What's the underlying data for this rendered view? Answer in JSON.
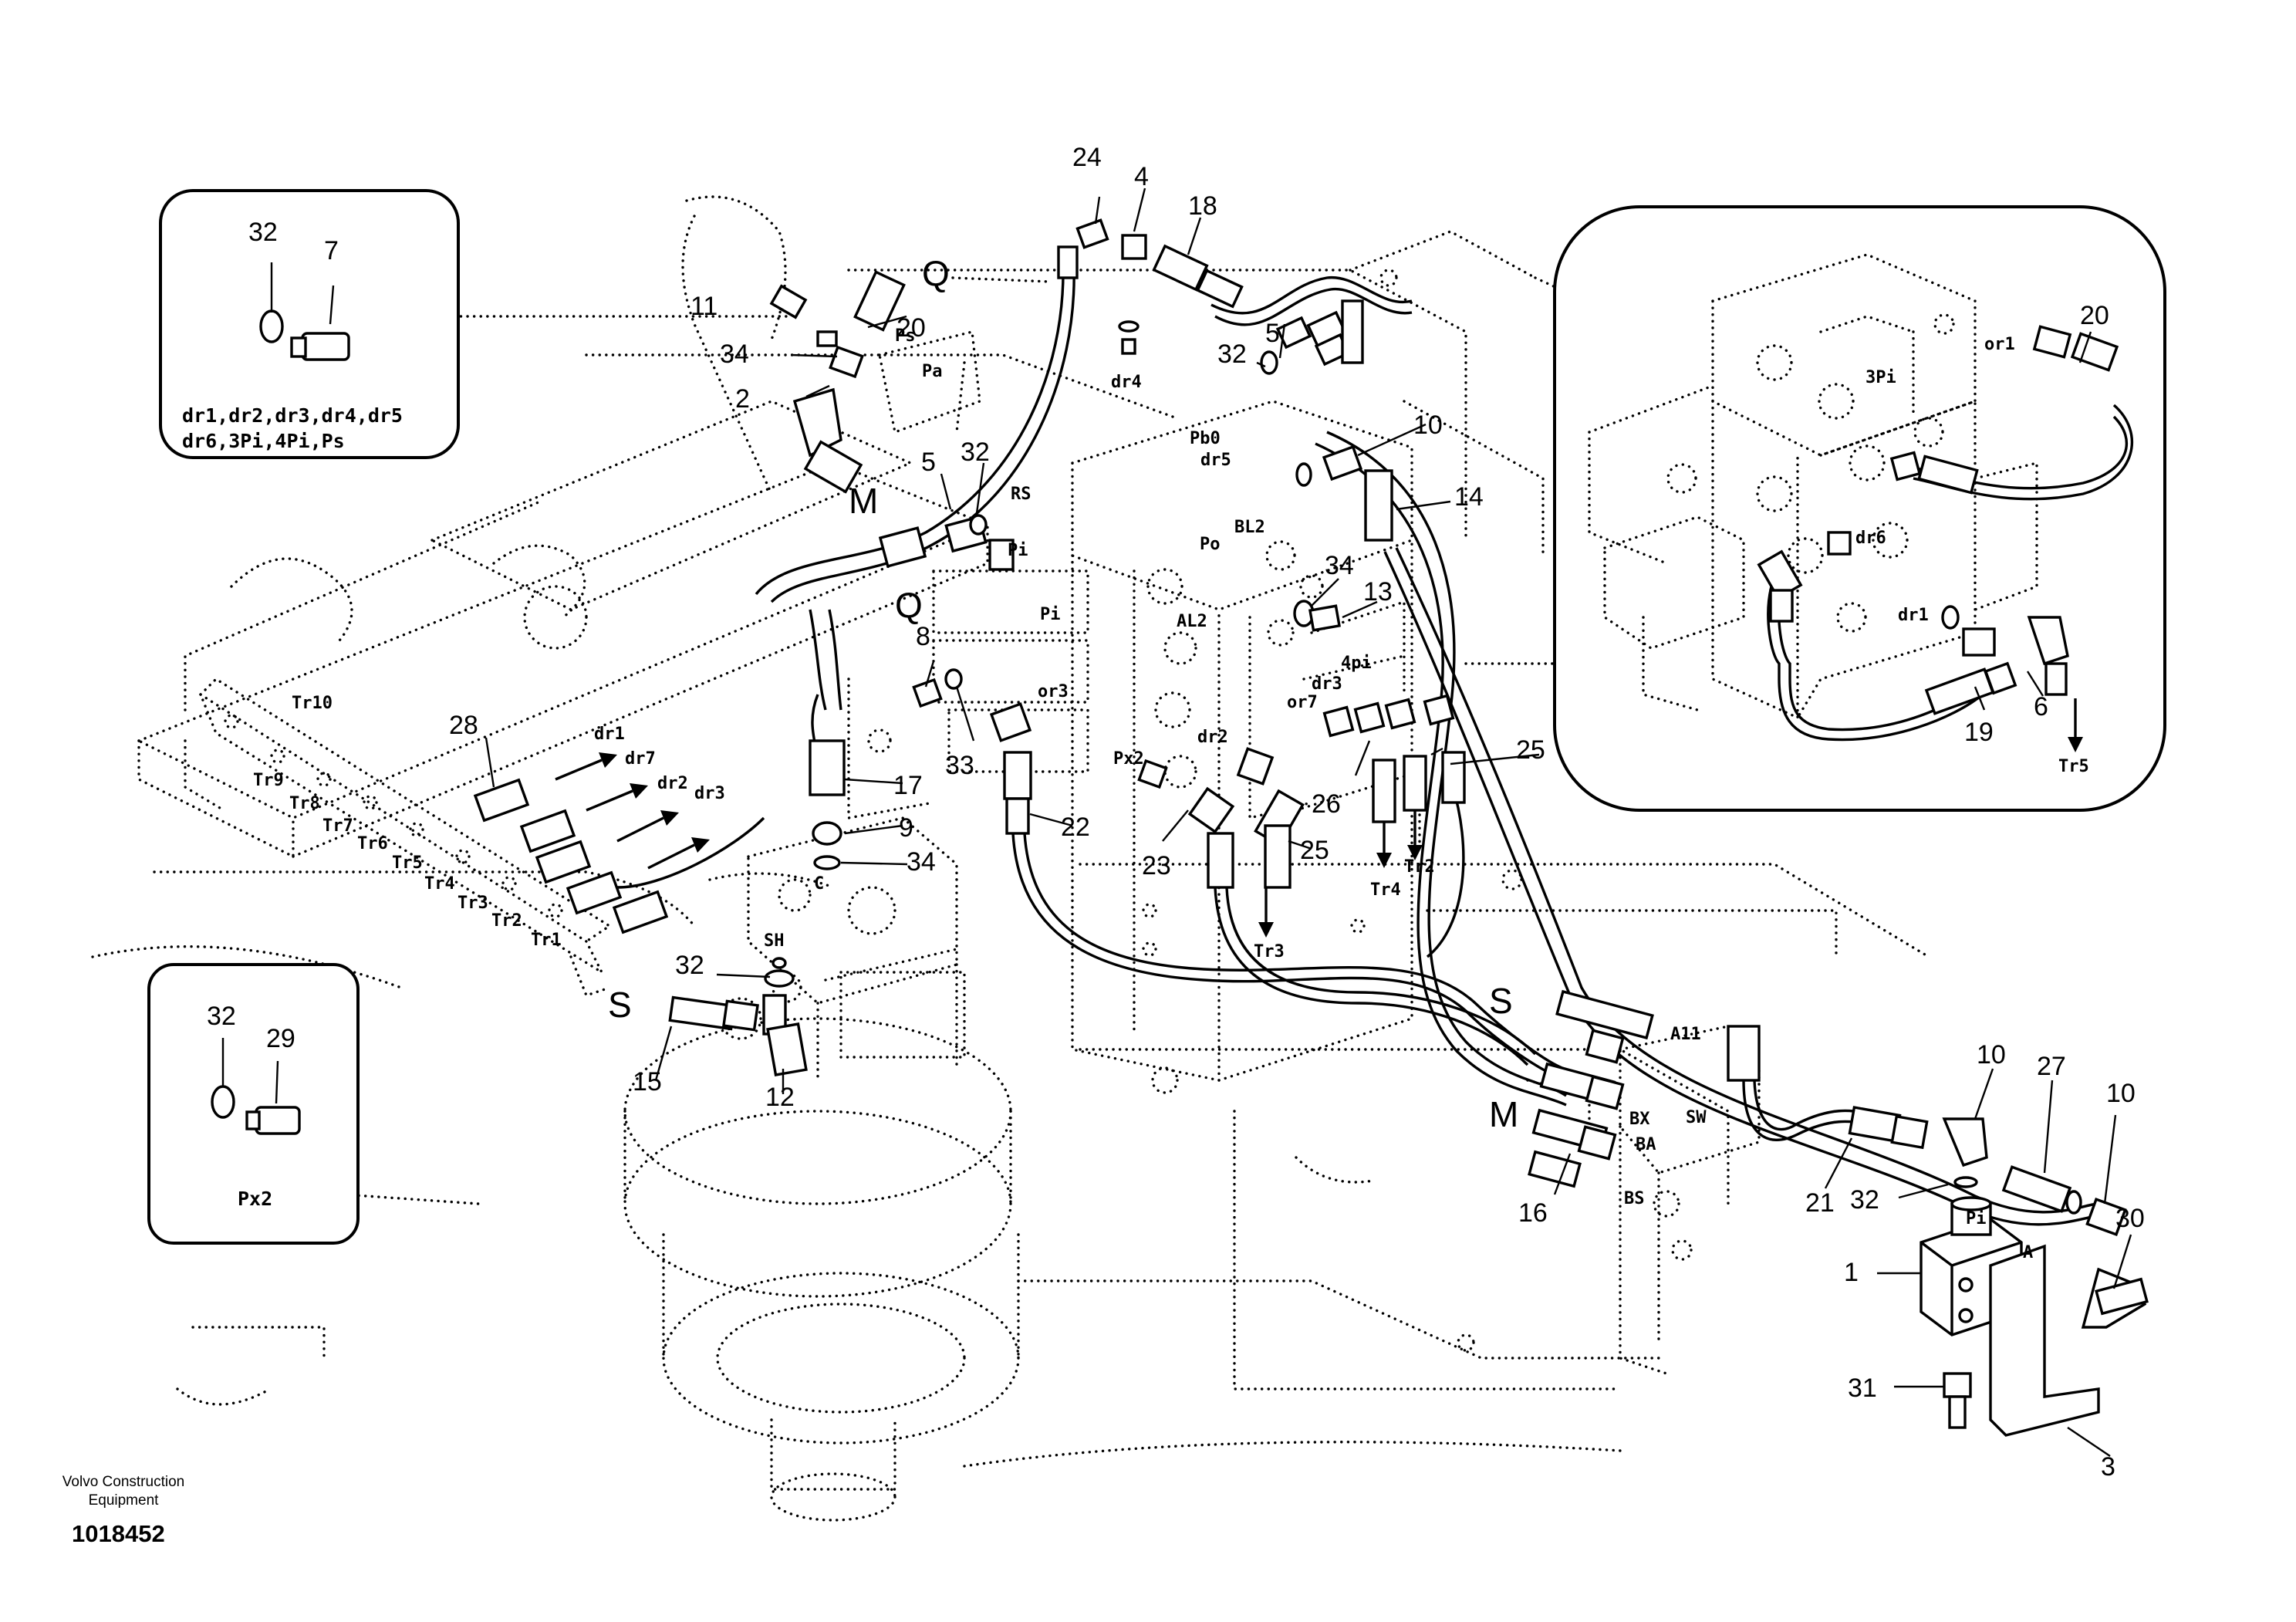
{
  "diagram": {
    "callouts": [
      "1",
      "2",
      "3",
      "4",
      "5",
      "6",
      "7",
      "8",
      "9",
      "10",
      "11",
      "12",
      "13",
      "14",
      "15",
      "16",
      "17",
      "18",
      "19",
      "20",
      "21",
      "22",
      "23",
      "24",
      "25",
      "26",
      "27",
      "28",
      "29",
      "30",
      "31",
      "32",
      "33",
      "34"
    ],
    "inset_left_top": {
      "callouts": [
        "32",
        "7"
      ],
      "note_line1": "dr1,dr2,dr3,dr4,dr5",
      "note_line2": "dr6,3Pi,4Pi,Ps"
    },
    "inset_left_bottom": {
      "callouts": [
        "32",
        "29"
      ],
      "note": "Px2"
    },
    "inset_right": {
      "callouts": [
        "20",
        "19",
        "6"
      ],
      "port_labels": [
        "or1",
        "3Pi",
        "dr6",
        "dr1"
      ],
      "flow_label": "Tr5"
    },
    "connection_letters": [
      "Q",
      "M",
      "Q",
      "S",
      "S",
      "M"
    ],
    "port_labels": [
      "Ps",
      "Pa",
      "dr4",
      "RS",
      "Pb0",
      "dr5",
      "Po",
      "BL2",
      "Pi",
      "Pi",
      "AL2",
      "or3",
      "dr2",
      "Px2",
      "dr3",
      "4pi",
      "or7",
      "SH",
      "C",
      "A11",
      "BX",
      "SW",
      "BA",
      "BS",
      "Pi",
      "A"
    ],
    "drain_labels": [
      "dr1",
      "dr7",
      "dr2",
      "dr3"
    ],
    "travel_ports": [
      "Tr10",
      "Tr9",
      "Tr8",
      "Tr7",
      "Tr6",
      "Tr5",
      "Tr4",
      "Tr3",
      "Tr2",
      "Tr1"
    ],
    "flow_labels": [
      "Tr3",
      "Tr4",
      "Tr2"
    ]
  },
  "footer": {
    "brand_line1": "Volvo Construction",
    "brand_line2": "Equipment",
    "doc_number": "1018452"
  }
}
